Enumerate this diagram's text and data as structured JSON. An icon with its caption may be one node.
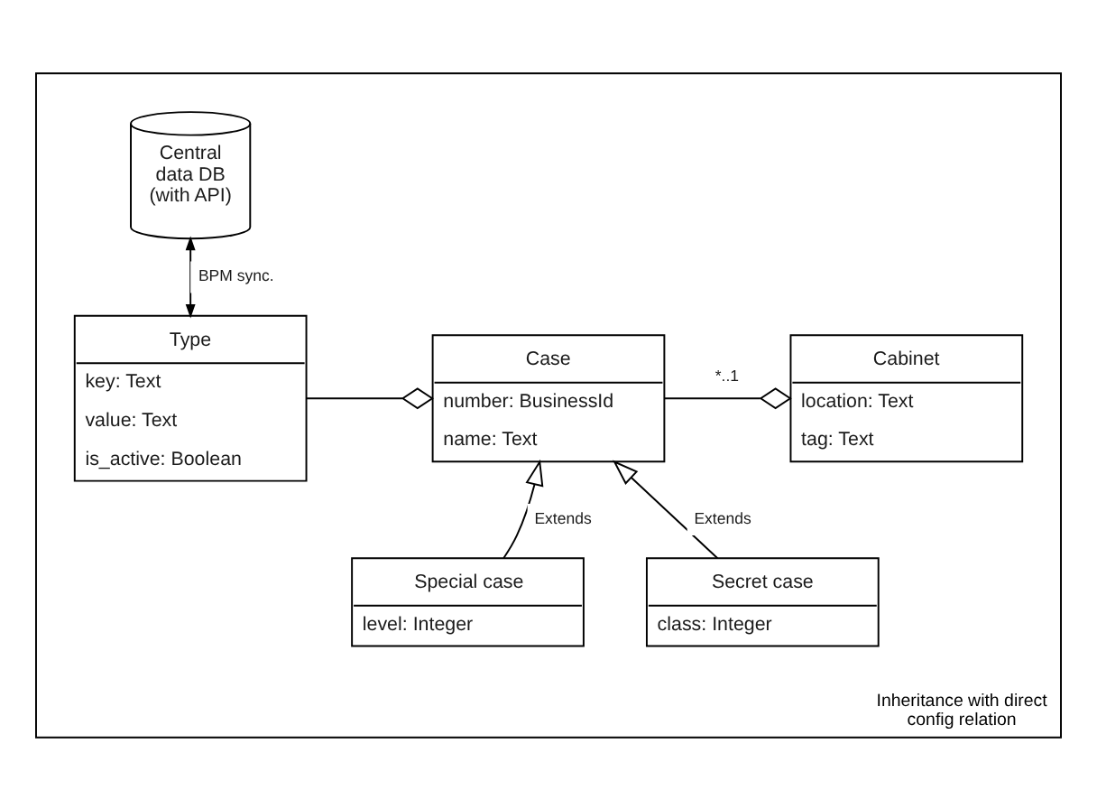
{
  "diagram": {
    "nodes": [
      {
        "text": [
          "Inheritance with direct config relation"
        ]
      },
      {
        "text": [
          "Central data DB (with API)"
        ],
        "in": 0
      },
      {
        "text": [
          "Type",
          "key: Text",
          "value: Text",
          "is_active: Boolean"
        ],
        "in": 0
      },
      {
        "text": [
          "Case",
          "number: BusinessId",
          "name: Text"
        ],
        "in": 0
      },
      {
        "text": [
          "Cabinet",
          "location: Text",
          "tag: Text"
        ],
        "in": 0
      },
      {
        "text": [
          "Special case",
          "level: Integer"
        ],
        "in": 0
      },
      {
        "text": [
          "Secret case",
          "class: Integer"
        ],
        "in": 0
      }
    ],
    "edges": [
      {
        "from": 1,
        "to": 2,
        "arrow": "both",
        "label": "BPM sync."
      },
      {
        "from": 2,
        "to": 3,
        "arrow": "other"
      },
      {
        "from": 3,
        "to": 4,
        "arrow": "other",
        "label": "*..1"
      },
      {
        "from": 5,
        "to": 3,
        "arrow": "to",
        "label": "Extends"
      },
      {
        "from": 6,
        "to": 3,
        "arrow": "to",
        "label": "Extends"
      }
    ]
  }
}
